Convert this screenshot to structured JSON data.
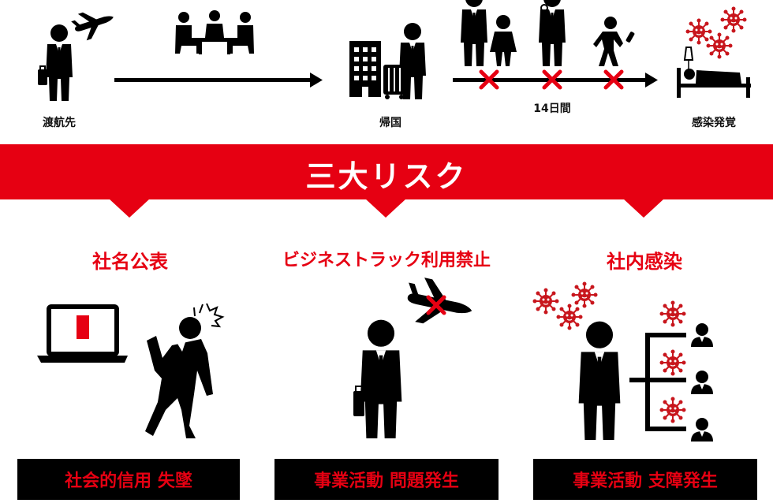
{
  "timeline": {
    "departure_label": "渡航先",
    "return_label": "帰国",
    "period_label": "14日間",
    "infection_label": "感染発覚"
  },
  "banner": {
    "title": "三大リスク"
  },
  "risks": [
    {
      "title": "社名公表",
      "result": "社会的信用 失墜"
    },
    {
      "title": "ビジネストラック利用禁止",
      "result": "事業活動 問題発生"
    },
    {
      "title": "社内感染",
      "result": "事業活動 支障発生"
    }
  ],
  "alert_mark": "!",
  "colors": {
    "accent": "#e60012",
    "ink": "#000000",
    "white": "#ffffff"
  }
}
